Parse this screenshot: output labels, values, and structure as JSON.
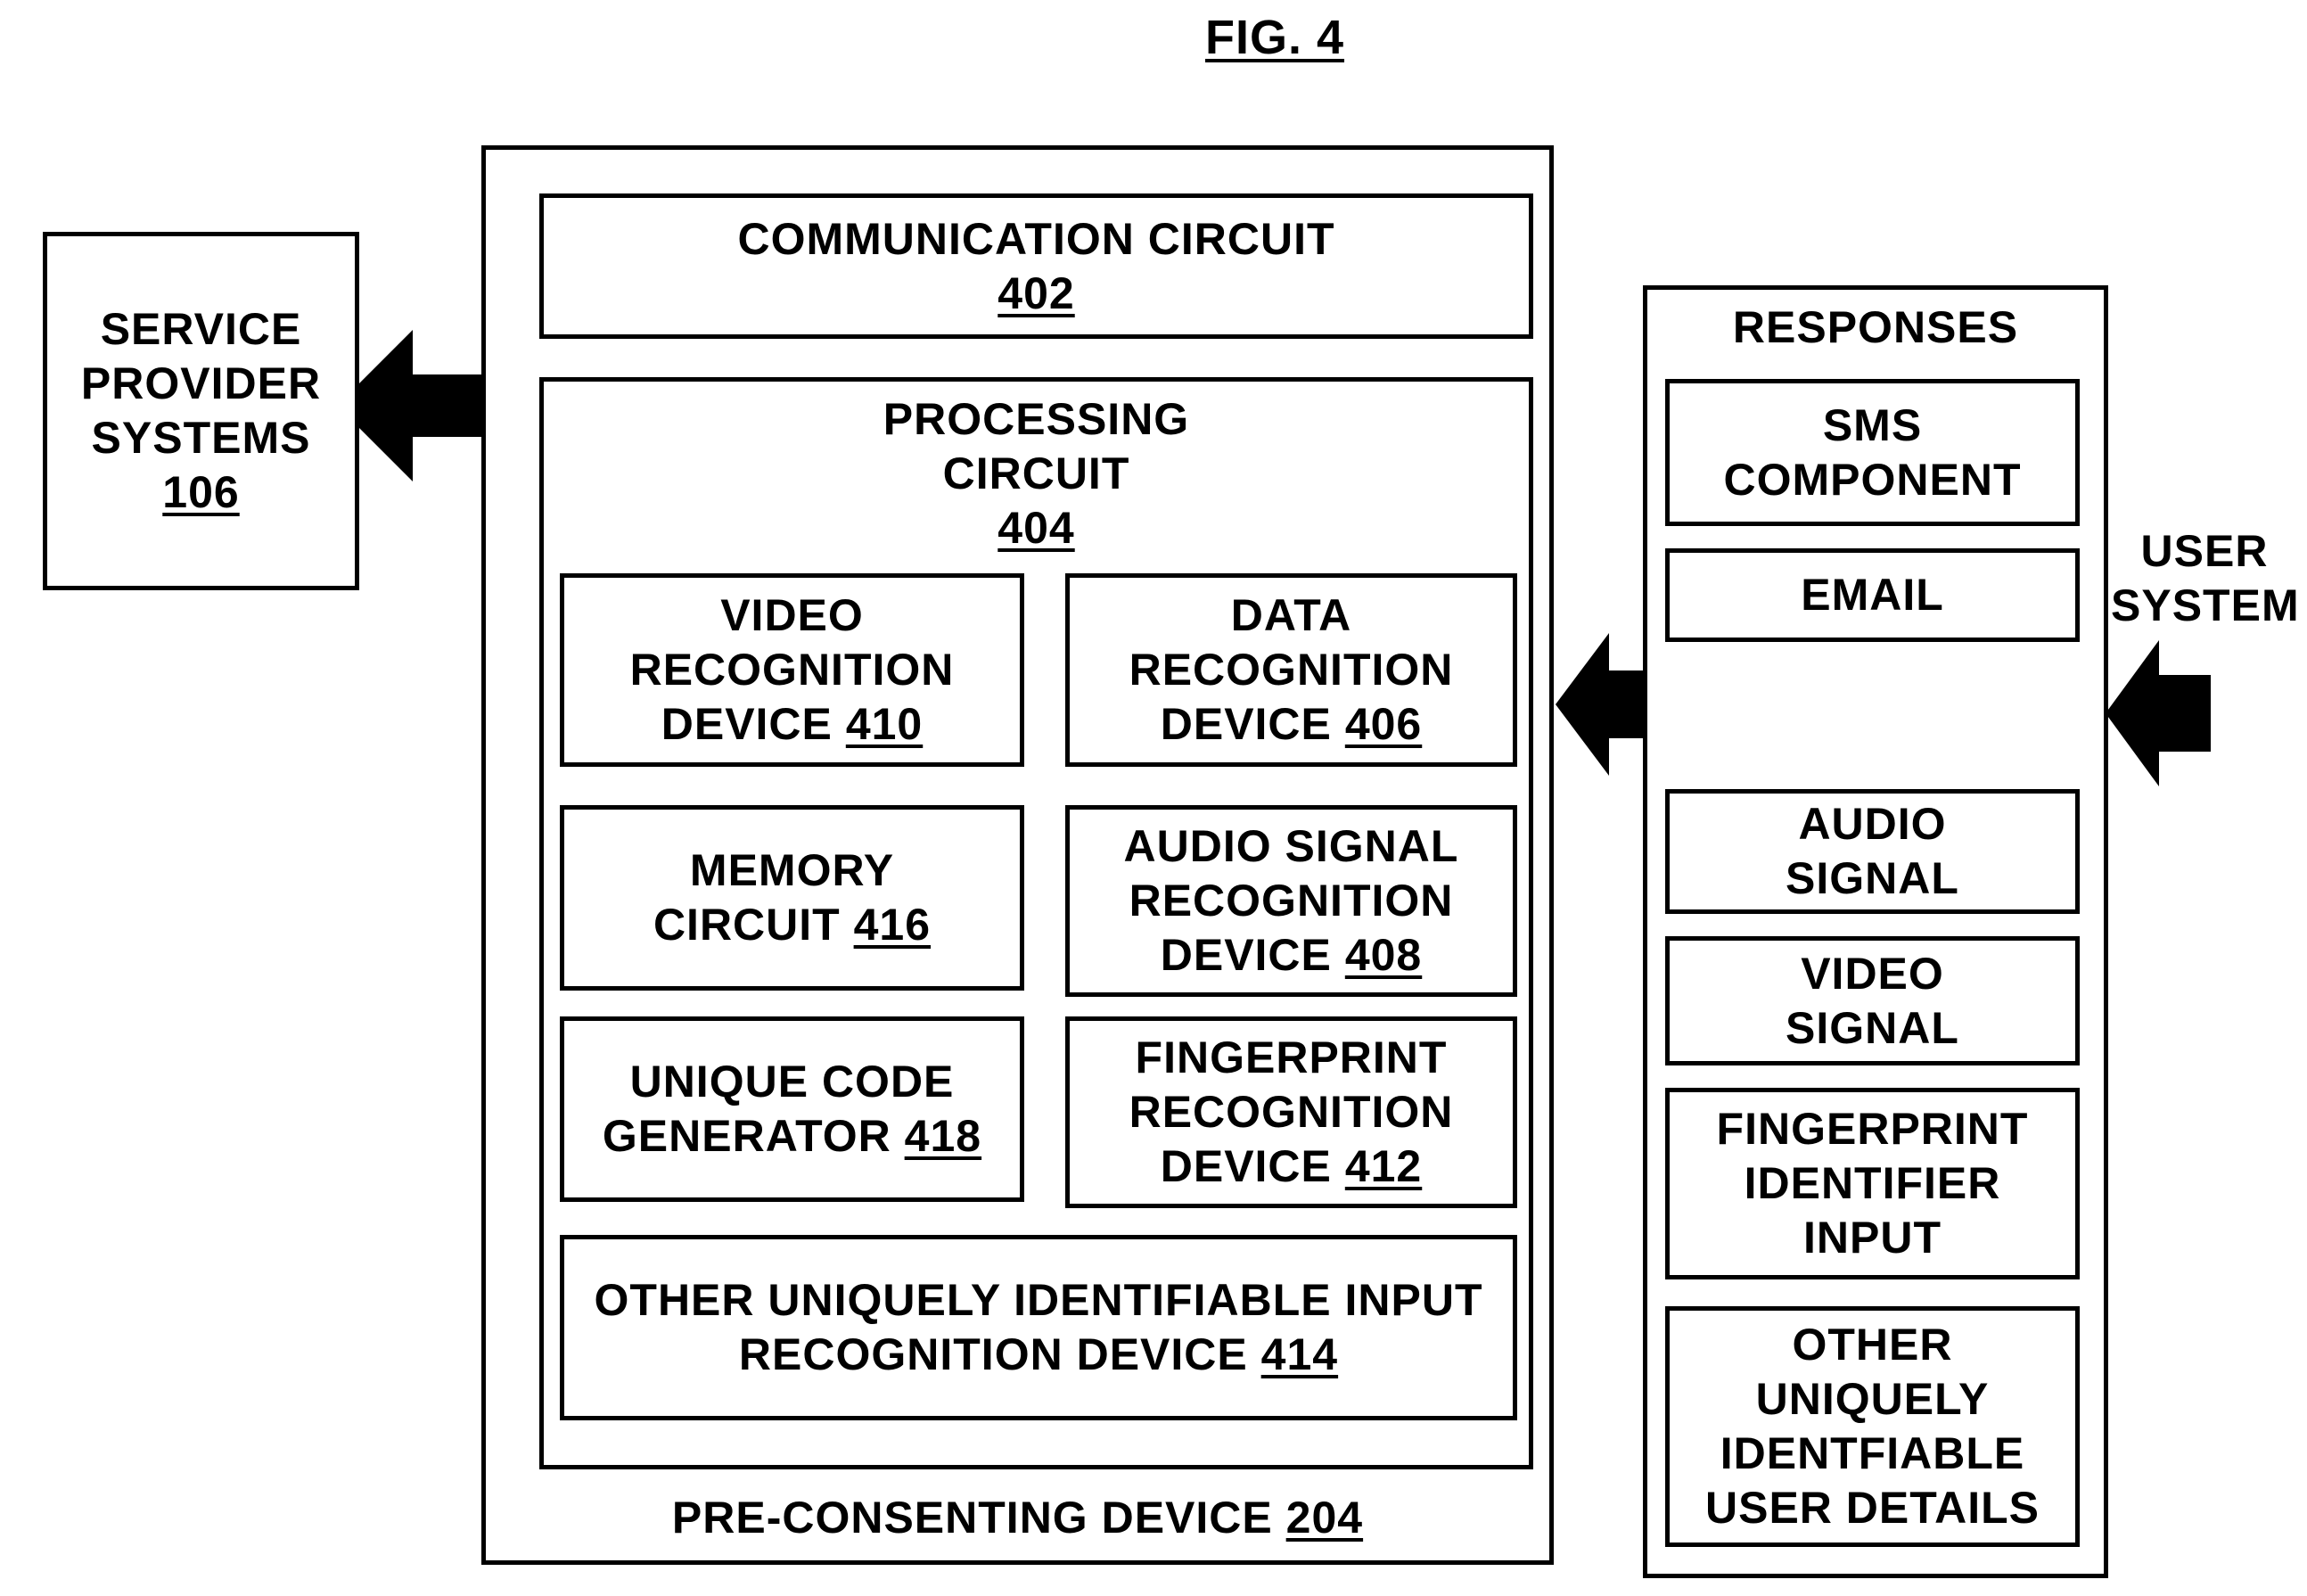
{
  "figure_title": "FIG. 4",
  "service_provider": {
    "lines": [
      "SERVICE",
      "PROVIDER",
      "SYSTEMS"
    ],
    "ref": "106"
  },
  "device": {
    "label": "PRE-CONSENTING DEVICE",
    "ref": "204"
  },
  "communication_circuit": {
    "label": "COMMUNICATION CIRCUIT",
    "ref": "402"
  },
  "processing_circuit": {
    "lines": [
      "PROCESSING",
      "CIRCUIT"
    ],
    "ref": "404"
  },
  "video_recognition": {
    "lines": [
      "VIDEO",
      "RECOGNITION"
    ],
    "last": "DEVICE",
    "ref": "410"
  },
  "data_recognition": {
    "lines": [
      "DATA",
      "RECOGNITION"
    ],
    "last": "DEVICE",
    "ref": "406"
  },
  "memory_circuit": {
    "lines": [
      "MEMORY"
    ],
    "last": "CIRCUIT",
    "ref": "416"
  },
  "audio_recognition": {
    "lines": [
      "AUDIO SIGNAL",
      "RECOGNITION"
    ],
    "last": "DEVICE",
    "ref": "408"
  },
  "code_generator": {
    "lines": [
      "UNIQUE CODE"
    ],
    "last": "GENERATOR",
    "ref": "418"
  },
  "fingerprint_recognition": {
    "lines": [
      "FINGERPRINT",
      "RECOGNITION"
    ],
    "last": "DEVICE",
    "ref": "412"
  },
  "other_recognition": {
    "lines": [
      "OTHER UNIQUELY IDENTIFIABLE INPUT"
    ],
    "last": "RECOGNITION DEVICE",
    "ref": "414"
  },
  "responses": {
    "title": "RESPONSES",
    "sms": [
      "SMS",
      "COMPONENT"
    ],
    "email": [
      "EMAIL"
    ],
    "audio": [
      "AUDIO",
      "SIGNAL"
    ],
    "video": [
      "VIDEO",
      "SIGNAL"
    ],
    "fingerprint": [
      "FINGERPRINT",
      "IDENTIFIER",
      "INPUT"
    ],
    "other": [
      "OTHER",
      "UNIQUELY",
      "IDENTFIABLE",
      "USER DETAILS"
    ]
  },
  "user_system": [
    "USER",
    "SYSTEM"
  ]
}
